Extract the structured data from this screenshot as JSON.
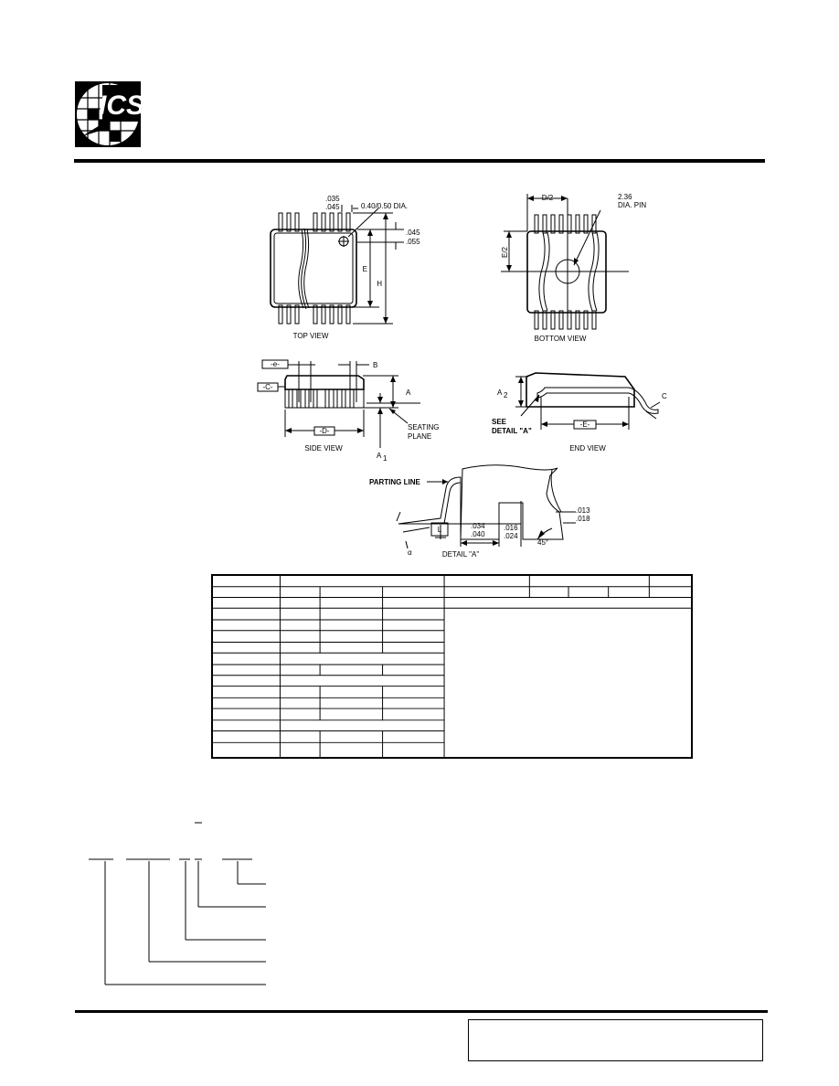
{
  "brand": {
    "logo_text": "ICS"
  },
  "drawing": {
    "top_view": {
      "caption": "TOP VIEW",
      "pin1_pitch_top": ".035",
      "pin1_pitch_bottom": ".045",
      "dia_label": "0.40/0.50 DIA.",
      "mark_top": ".045",
      "mark_bottom": ".055",
      "label_e": "E",
      "label_h": "H"
    },
    "bottom_view": {
      "caption": "BOTTOM VIEW",
      "label_d2": "D/2",
      "label_e2": "E/2",
      "pin_line1": "2.36",
      "pin_line2": "DIA. PIN"
    },
    "side_view": {
      "caption": "SIDE VIEW",
      "label_e": "-e-",
      "label_b": "B",
      "label_c": "-C-",
      "label_a": "A",
      "label_d": "-D-",
      "label_a1": "A",
      "label_a1_sub": "1",
      "seating_line1": "SEATING",
      "seating_line2": "PLANE"
    },
    "end_view": {
      "caption": "END VIEW",
      "label_a2": "A",
      "label_a2_sub": "2",
      "label_c": "C",
      "label_e": "-E-",
      "see_line1": "SEE",
      "see_line2": "DETAIL \"A\""
    },
    "detail": {
      "caption": "DETAIL \"A\"",
      "parting": "PARTING LINE",
      "label_l": "L",
      "dim1_top": ".034",
      "dim1_bottom": ".040",
      "dim2_top": ".016",
      "dim2_bottom": ".024",
      "dim3_top": ".013",
      "dim3_bottom": ".018",
      "angle": "45°",
      "alpha": "α"
    }
  }
}
